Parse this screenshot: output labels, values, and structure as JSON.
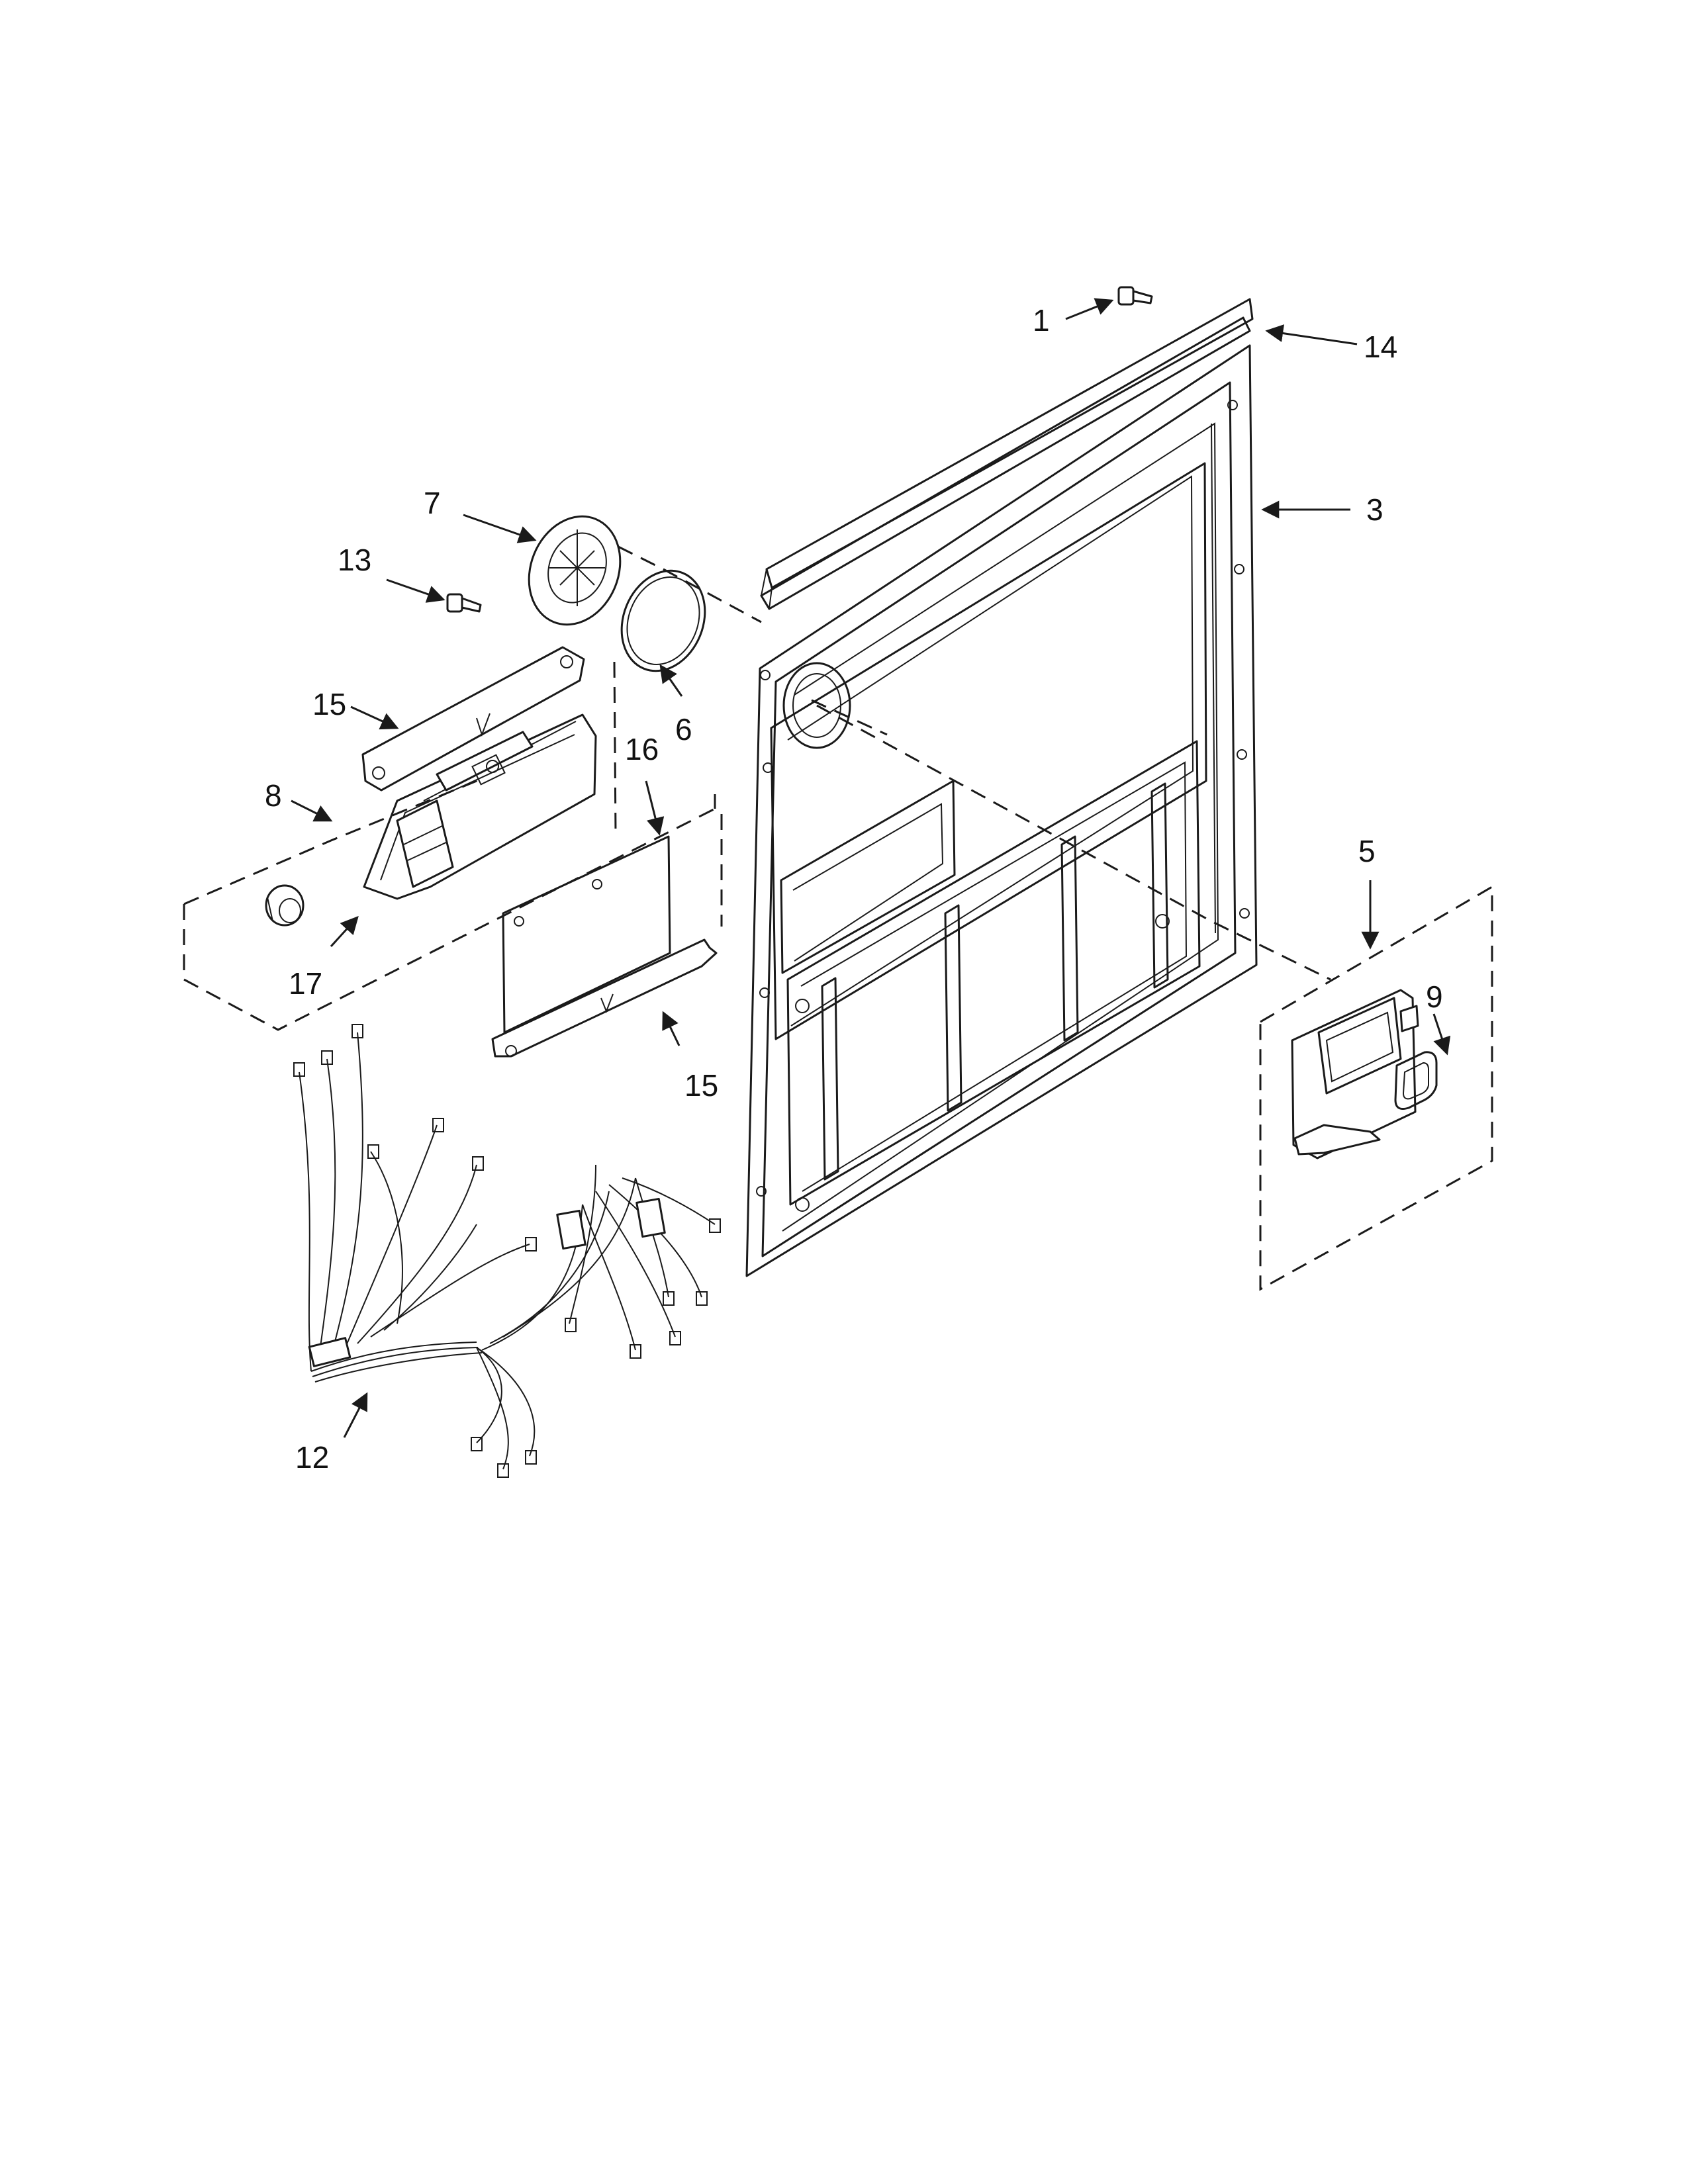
{
  "callouts": {
    "c1": "1",
    "c3": "3",
    "c5": "5",
    "c6": "6",
    "c7": "7",
    "c8": "8",
    "c9": "9",
    "c12": "12",
    "c13": "13",
    "c14": "14",
    "c15a": "15",
    "c15b": "15",
    "c16": "16",
    "c17": "17"
  }
}
